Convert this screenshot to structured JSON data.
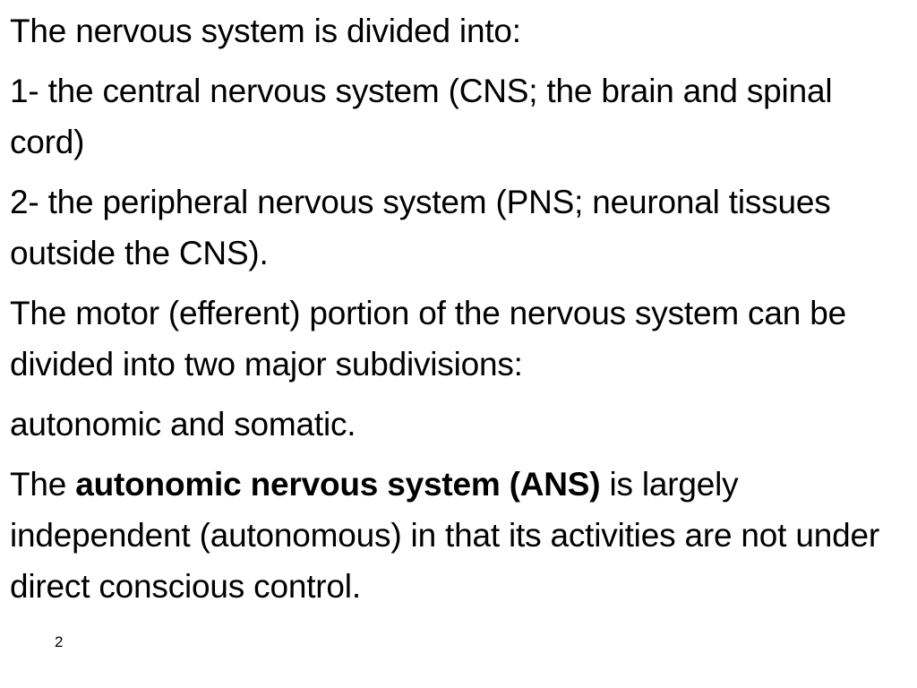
{
  "slide": {
    "paragraphs": [
      {
        "text": "The nervous system is divided into:"
      },
      {
        "text": "1- the central nervous system (CNS; the brain and spinal cord)"
      },
      {
        "text": "2- the peripheral nervous system (PNS; neuronal tissues outside the CNS)."
      },
      {
        "text": "The motor (efferent) portion of the nervous system can be divided into two major subdivisions:"
      },
      {
        "text": "autonomic and somatic."
      },
      {
        "prefix": "The ",
        "bold": "autonomic nervous system (ANS)",
        "suffix": " is largely independent (autonomous) in that its activities are not under direct conscious control."
      }
    ],
    "page_number": "2"
  }
}
